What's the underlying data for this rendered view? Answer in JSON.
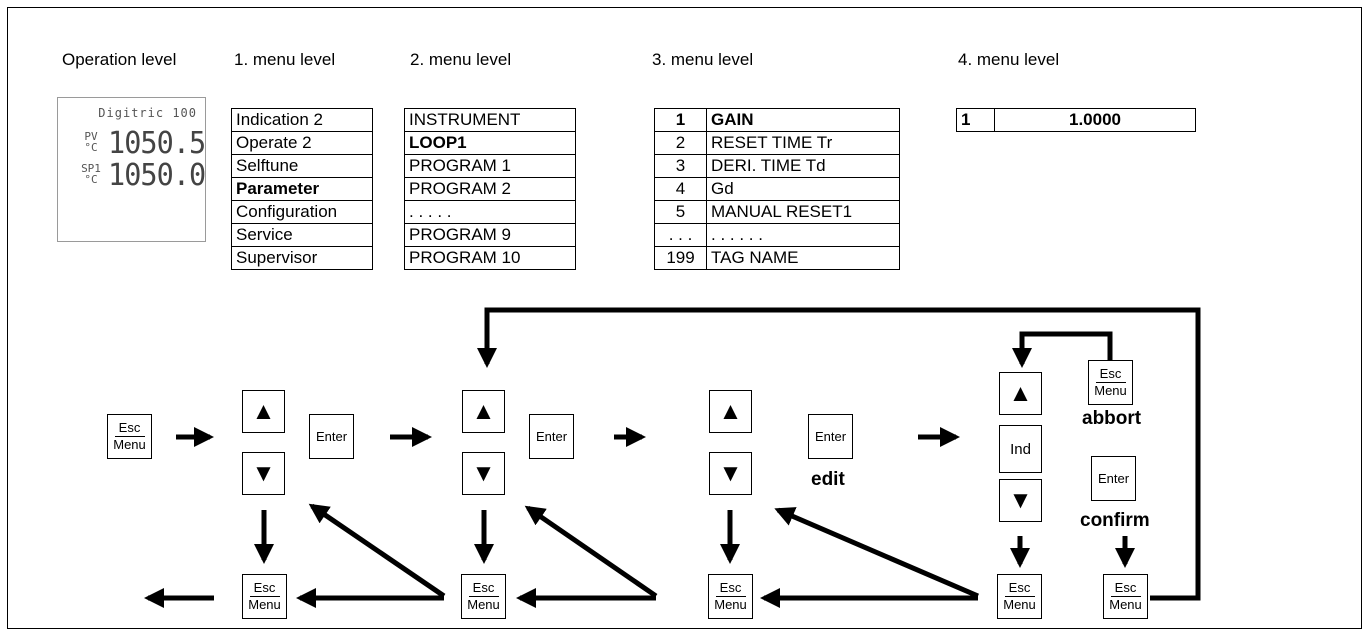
{
  "levels": {
    "operation": "Operation level",
    "menu1": "1. menu level",
    "menu2": "2. menu level",
    "menu3": "3. menu level",
    "menu4": "4. menu level"
  },
  "display": {
    "model": "Digitric 100",
    "pv_tag": "PV",
    "pv_unit": "°C",
    "pv_value": "1050.5",
    "sp_tag": "SP1",
    "sp_unit": "°C",
    "sp_value": "1050.0"
  },
  "menu1": [
    "Indication 2",
    "Operate 2",
    "Selftune",
    "Parameter",
    "Configuration",
    "Service",
    "Supervisor"
  ],
  "menu2": [
    "INSTRUMENT",
    "LOOP1",
    "PROGRAM 1",
    "PROGRAM 2",
    ". . . . .",
    "PROGRAM 9",
    "PROGRAM 10"
  ],
  "menu3": {
    "numbers": [
      "1",
      "2",
      "3",
      "4",
      "5",
      ". . .",
      "199"
    ],
    "labels": [
      "GAIN",
      "RESET TIME Tr",
      "DERI. TIME Td",
      "Gd",
      "MANUAL RESET1",
      ". . . . . .",
      "TAG NAME"
    ]
  },
  "menu4": {
    "number": "1",
    "value": "1.0000"
  },
  "keys": {
    "esc": "Esc",
    "menu": "Menu",
    "enter": "Enter",
    "ind": "Ind",
    "up": "▲",
    "down": "▼"
  },
  "captions": {
    "edit": "edit",
    "abort": "abbort",
    "confirm": "confirm"
  }
}
